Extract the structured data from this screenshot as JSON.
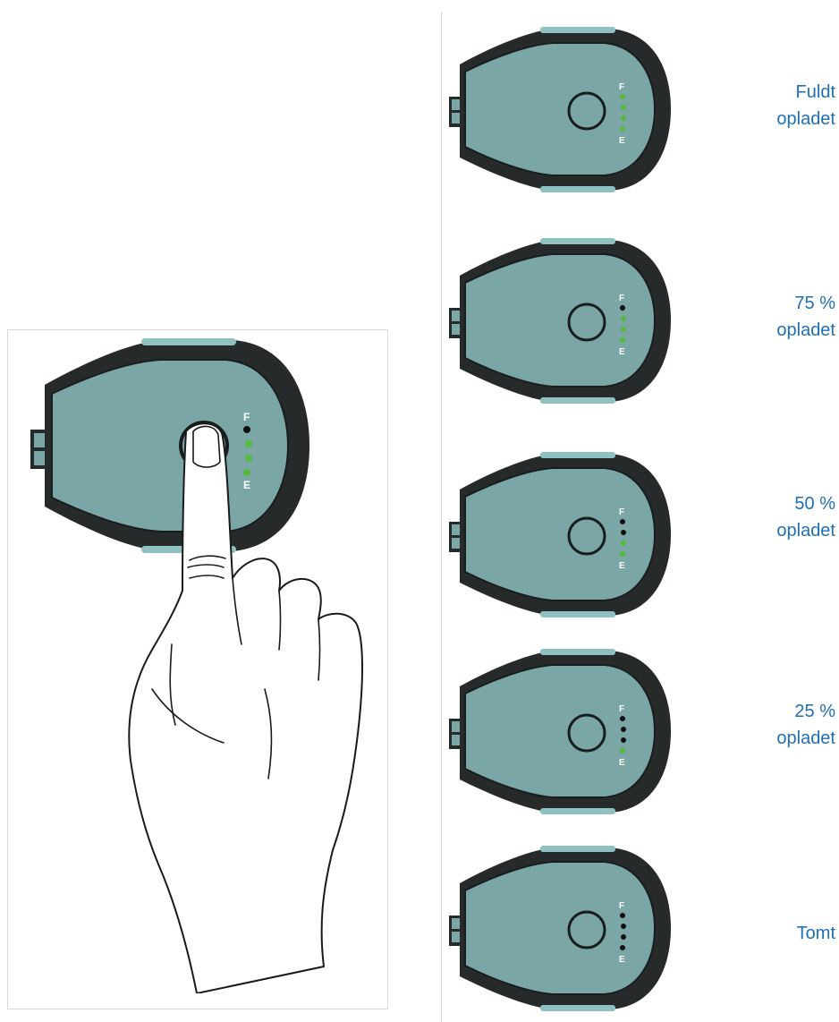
{
  "colors": {
    "device_body": "#7aa7a5",
    "device_shell": "#262a2b",
    "device_band": "#8fc1c0",
    "led_on": "#55b93a",
    "led_off": "#111111",
    "caption": "#1f6fb5"
  },
  "main_device": {
    "label_full": "F",
    "label_empty": "E",
    "leds_on": 3
  },
  "states": [
    {
      "line1": "Fuldt",
      "line2": "opladet",
      "leds_on": 4
    },
    {
      "line1": "75 %",
      "line2": "opladet",
      "leds_on": 3
    },
    {
      "line1": "50 %",
      "line2": "opladet",
      "leds_on": 2
    },
    {
      "line1": "25 %",
      "line2": "opladet",
      "leds_on": 1
    },
    {
      "line1": "Tomt",
      "line2": "",
      "leds_on": 0
    }
  ]
}
